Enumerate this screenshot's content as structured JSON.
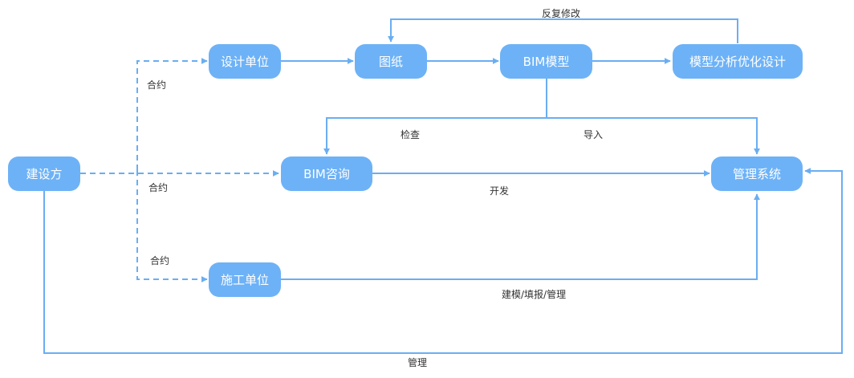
{
  "nodes": {
    "jianshefang": "建设方",
    "sheji_danwei": "设计单位",
    "tuzhi": "图纸",
    "bim_moxing": "BIM模型",
    "moxing_fenxi": "模型分析优化设计",
    "bim_zixun": "BIM咨询",
    "guanli_xitong": "管理系统",
    "shigong_danwei": "施工单位"
  },
  "edge_labels": {
    "fanfu_xiugai": "反复修改",
    "heyue_top": "合约",
    "heyue_mid": "合约",
    "heyue_bottom": "合约",
    "jiancha": "检查",
    "daoru": "导入",
    "kaifa": "开发",
    "jianmo_tianbao": "建模/填报/管理",
    "guanli": "管理"
  },
  "colors": {
    "node_fill": "#6db2f7",
    "edge": "#6aaef2",
    "node_text": "#ffffff"
  }
}
